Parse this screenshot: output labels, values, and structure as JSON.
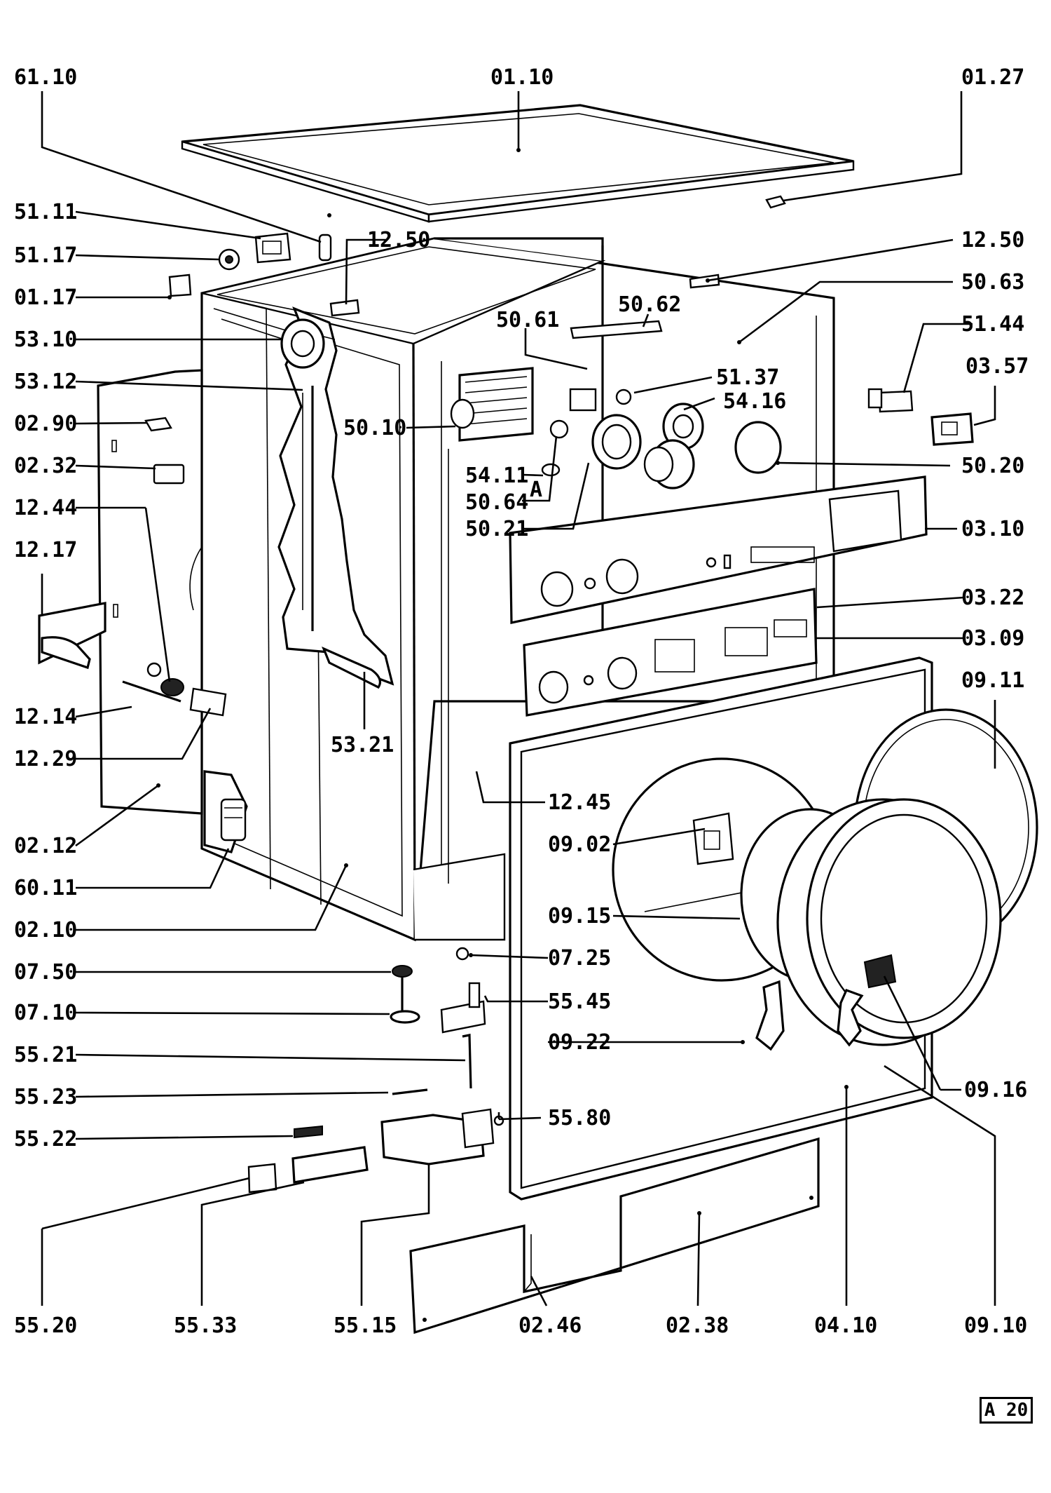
{
  "sheet_id": "A 20",
  "callouts": [
    {
      "key": "c6110",
      "text": "61.10"
    },
    {
      "key": "c0110",
      "text": "01.10"
    },
    {
      "key": "c0127",
      "text": "01.27"
    },
    {
      "key": "c5111",
      "text": "51.11"
    },
    {
      "key": "c1250a",
      "text": "12.50"
    },
    {
      "key": "c1250b",
      "text": "12.50"
    },
    {
      "key": "c5117",
      "text": "51.17"
    },
    {
      "key": "c5063",
      "text": "50.63"
    },
    {
      "key": "c0117",
      "text": "01.17"
    },
    {
      "key": "c5062",
      "text": "50.62"
    },
    {
      "key": "c5061",
      "text": "50.61"
    },
    {
      "key": "c5144",
      "text": "51.44"
    },
    {
      "key": "c5310",
      "text": "53.10"
    },
    {
      "key": "c0357",
      "text": "03.57"
    },
    {
      "key": "c5137",
      "text": "51.37"
    },
    {
      "key": "c5312",
      "text": "53.12"
    },
    {
      "key": "c5416",
      "text": "54.16"
    },
    {
      "key": "c0290",
      "text": "02.90"
    },
    {
      "key": "c5010",
      "text": "50.10"
    },
    {
      "key": "c0232",
      "text": "02.32"
    },
    {
      "key": "c5020",
      "text": "50.20"
    },
    {
      "key": "c5411",
      "text": "54.11"
    },
    {
      "key": "cA",
      "text": "A"
    },
    {
      "key": "c1244",
      "text": "12.44"
    },
    {
      "key": "c5064",
      "text": "50.64"
    },
    {
      "key": "c0310",
      "text": "03.10"
    },
    {
      "key": "c5021",
      "text": "50.21"
    },
    {
      "key": "c1217",
      "text": "12.17"
    },
    {
      "key": "c0322",
      "text": "03.22"
    },
    {
      "key": "c0309",
      "text": "03.09"
    },
    {
      "key": "c0911",
      "text": "09.11"
    },
    {
      "key": "c1214",
      "text": "12.14"
    },
    {
      "key": "c5321",
      "text": "53.21"
    },
    {
      "key": "c1229",
      "text": "12.29"
    },
    {
      "key": "c1245",
      "text": "12.45"
    },
    {
      "key": "c0212",
      "text": "02.12"
    },
    {
      "key": "c0902",
      "text": "09.02"
    },
    {
      "key": "c6011",
      "text": "60.11"
    },
    {
      "key": "c0915",
      "text": "09.15"
    },
    {
      "key": "c0210",
      "text": "02.10"
    },
    {
      "key": "c0725",
      "text": "07.25"
    },
    {
      "key": "c0750",
      "text": "07.50"
    },
    {
      "key": "c5545",
      "text": "55.45"
    },
    {
      "key": "c0710",
      "text": "07.10"
    },
    {
      "key": "c0922",
      "text": "09.22"
    },
    {
      "key": "c5521",
      "text": "55.21"
    },
    {
      "key": "c0916",
      "text": "09.16"
    },
    {
      "key": "c5523",
      "text": "55.23"
    },
    {
      "key": "c5580",
      "text": "55.80"
    },
    {
      "key": "c5522",
      "text": "55.22"
    },
    {
      "key": "c5520",
      "text": "55.20"
    },
    {
      "key": "c5533",
      "text": "55.33"
    },
    {
      "key": "c5515",
      "text": "55.15"
    },
    {
      "key": "c0246",
      "text": "02.46"
    },
    {
      "key": "c0238",
      "text": "02.38"
    },
    {
      "key": "c0410",
      "text": "04.10"
    },
    {
      "key": "c0910",
      "text": "09.10"
    }
  ]
}
